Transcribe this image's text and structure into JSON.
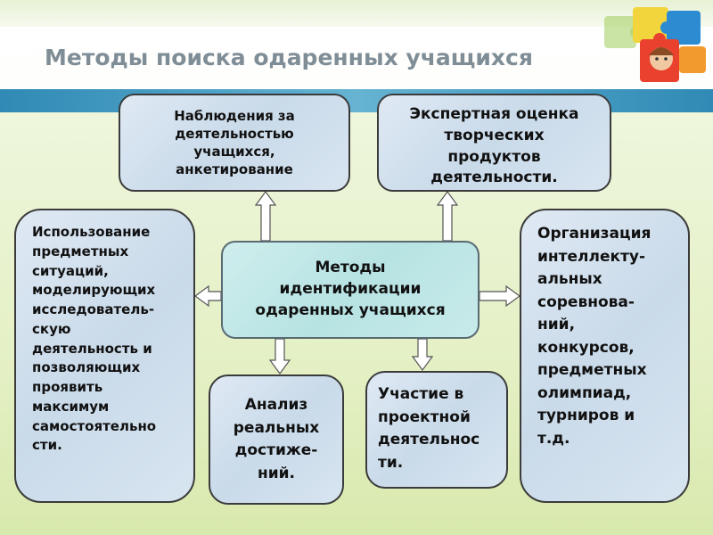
{
  "title": "Методы поиска одаренных учащихся",
  "center": "Методы\nидентификации\nодаренных учащихся",
  "top_left": "Наблюдения за\nдеятельностью\nучащихся,\nанкетирование",
  "top_right": "Экспертная оценка\nтворческих\nпродуктов\nдеятельности.",
  "left": "Использование\nпредметных\nситуаций,\nмоделирующих\nисследователь-\nскую\nдеятельность и\nпозволяющих\nпроявить\nмаксимум\nсамостоятельно\nсти.",
  "right": "Организация\nинтеллекту-\nальных\nсоревнова-\nний,\nконкурсов,\nпредметных\nолимпиад,\nтурниров и\nт.д.",
  "bottom_left": "Анализ\nреальных\nдостиже-\nний.",
  "bottom_right": "Участие в\nпроектной\nдеятельнос\nти.",
  "colors": {
    "title": "#7f8d96",
    "band": "#3a92bb",
    "box_fill": "#d3e2ef",
    "center_fill": "#c2e8e8",
    "border": "#3b3b3b",
    "background": "#e7f1cf"
  }
}
